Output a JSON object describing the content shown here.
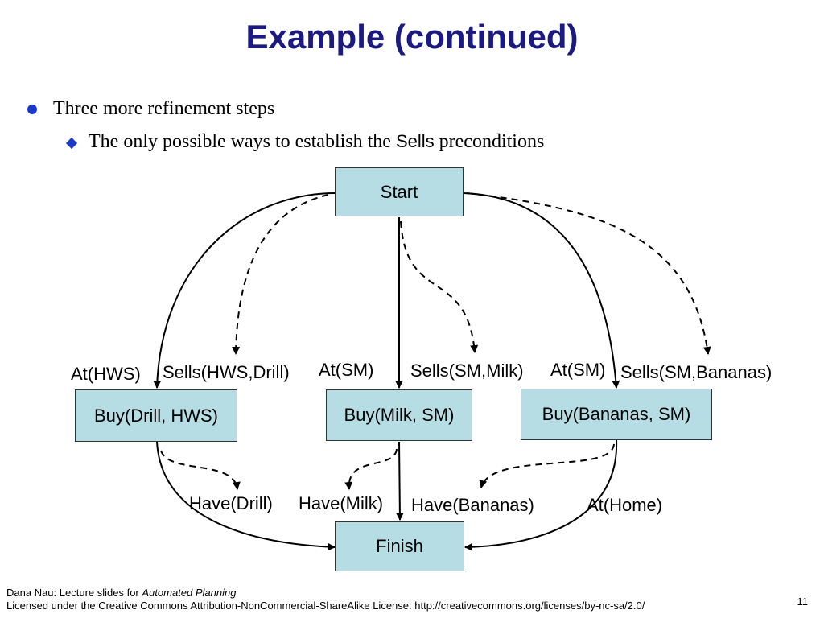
{
  "slide": {
    "title": "Example (continued)",
    "bullet_level1": "Three more refinement steps",
    "bullet_level2_prefix": "The only possible ways to establish the ",
    "bullet_level2_keyword": "Sells",
    "bullet_level2_suffix": " preconditions"
  },
  "diagram": {
    "nodes": {
      "start": "Start",
      "finish": "Finish",
      "buy_drill": "Buy(Drill, HWS)",
      "buy_milk": "Buy(Milk, SM)",
      "buy_bananas": "Buy(Bananas, SM)"
    },
    "labels": {
      "at_hws": "At(HWS)",
      "sells_hws_drill": "Sells(HWS,Drill)",
      "at_sm_1": "At(SM)",
      "sells_sm_milk": "Sells(SM,Milk)",
      "at_sm_2": "At(SM)",
      "sells_sm_bananas": "Sells(SM,Bananas)",
      "have_drill": "Have(Drill)",
      "have_milk": "Have(Milk)",
      "have_bananas": "Have(Bananas)",
      "at_home": "At(Home)"
    }
  },
  "footer": {
    "line1_prefix": "Dana Nau: Lecture slides for ",
    "line1_italic": "Automated Planning",
    "line2": "Licensed under the Creative Commons Attribution-NonCommercial-ShareAlike License: http://creativecommons.org/licenses/by-nc-sa/2.0/",
    "page_number": "11"
  },
  "colors": {
    "title": "#1a1a80",
    "bullet": "#1a39c8",
    "box_fill": "#b7dde4"
  }
}
